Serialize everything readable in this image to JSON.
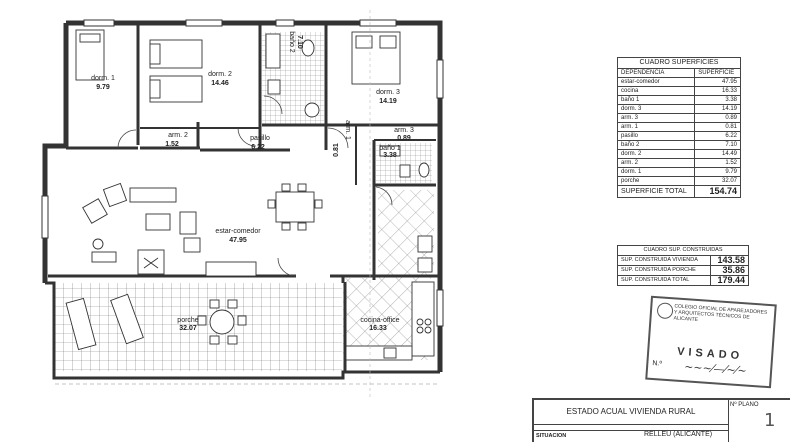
{
  "rooms": {
    "dorm1": {
      "label": "dorm. 1",
      "area": "9.79"
    },
    "dorm2": {
      "label": "dorm. 2",
      "area": "14.46"
    },
    "dorm3": {
      "label": "dorm. 3",
      "area": "14.19"
    },
    "bano2": {
      "label": "baño 2",
      "area": "7.10"
    },
    "arm2": {
      "label": "arm. 2",
      "area": "1.52"
    },
    "pasillo": {
      "label": "pasillo",
      "area": "6.22"
    },
    "arm1": {
      "label": "arm. 1",
      "area": "0.81"
    },
    "arm3": {
      "label": "arm. 3",
      "area": "0.89"
    },
    "bano1": {
      "label": "baño 1",
      "area": "3.38"
    },
    "estar": {
      "label": "estar-comedor",
      "area": "47.95"
    },
    "porche": {
      "label": "porche",
      "area": "32.07"
    },
    "cocina": {
      "label": "cocina-office",
      "area": "16.33"
    }
  },
  "superficies": {
    "title": "CUADRO SUPERFICIES",
    "col_dep": "DEPENDENCIA",
    "col_sup": "SUPERFICIE",
    "rows": [
      {
        "name": "estar-comedor",
        "value": "47.95"
      },
      {
        "name": "cocina",
        "value": "16.33"
      },
      {
        "name": "baño 1",
        "value": "3.38"
      },
      {
        "name": "dorm. 3",
        "value": "14.19"
      },
      {
        "name": "arm. 3",
        "value": "0.89"
      },
      {
        "name": "arm. 1",
        "value": "0.81"
      },
      {
        "name": "pasillo",
        "value": "6.22"
      },
      {
        "name": "baño 2",
        "value": "7.10"
      },
      {
        "name": "dorm. 2",
        "value": "14.49"
      },
      {
        "name": "arm. 2",
        "value": "1.52"
      },
      {
        "name": "dorm. 1",
        "value": "9.79"
      },
      {
        "name": "porche",
        "value": "32.07"
      }
    ],
    "total_label": "SUPERFICIE TOTAL",
    "total_value": "154.74"
  },
  "construidas": {
    "title": "CUADRO SUP. CONSTRUIDAS",
    "rows": [
      {
        "name": "SUP. CONSTRUIDA VIVIENDA",
        "value": "143.58"
      },
      {
        "name": "SUP. CONSTRUIDA PORCHE",
        "value": "35.86"
      },
      {
        "name": "SUP. CONSTRUIDA TOTAL",
        "value": "179.44"
      }
    ]
  },
  "stamp": {
    "college": "COLEGIO OFICIAL DE APAREJADORES Y ARQUITECTOS TÉCNICOS DE ALICANTE",
    "visado": "VISADO",
    "number_label": "N.º"
  },
  "titleblock": {
    "title": "ESTADO ACUAL VIVIENDA RURAL",
    "plan_label": "Nº PLANO",
    "plan_number": "1",
    "situacion_label": "SITUACION",
    "situacion_value": "RELLEU (ALICANTE)"
  }
}
